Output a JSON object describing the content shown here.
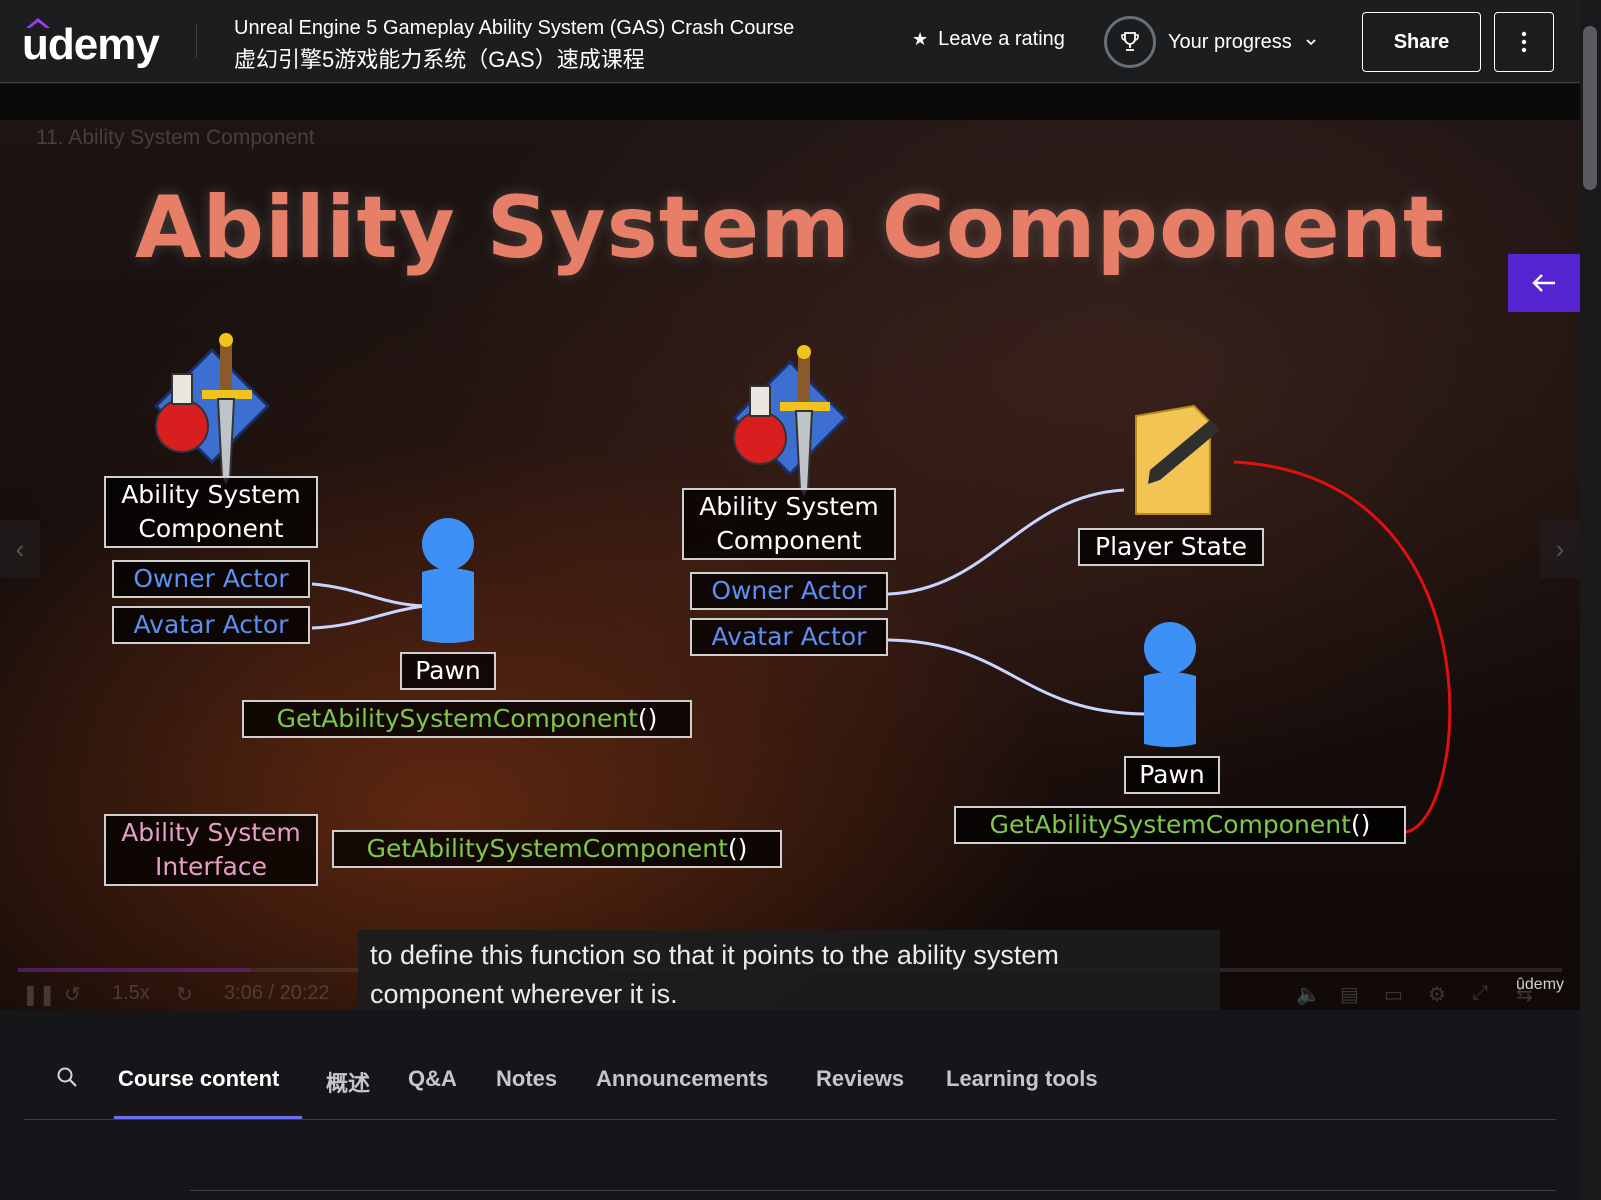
{
  "header": {
    "logo_text": "udemy",
    "course_title_en": "Unreal Engine 5 Gameplay Ability System (GAS) Crash Course",
    "course_title_zh": "虚幻引擎5游戏能力系统（GAS）速成课程",
    "rating_label": "Leave a rating",
    "progress_label": "Your progress",
    "share_label": "Share"
  },
  "video": {
    "lesson_label": "11. Ability System Component",
    "slide": {
      "title": "Ability System Component",
      "left": {
        "asc_line1": "Ability System",
        "asc_line2": "Component",
        "owner_actor": "Owner Actor",
        "avatar_actor": "Avatar Actor",
        "pawn": "Pawn",
        "get_asc": "GetAbilitySystemComponent",
        "get_asc_parens": "()"
      },
      "right": {
        "asc_line1": "Ability System",
        "asc_line2": "Component",
        "owner_actor": "Owner Actor",
        "avatar_actor": "Avatar Actor",
        "player_state": "Player State",
        "pawn": "Pawn",
        "get_asc": "GetAbilitySystemComponent",
        "get_asc_parens": "()"
      },
      "interface": {
        "line1": "Ability System",
        "line2": "Interface",
        "get_asc": "GetAbilitySystemComponent",
        "get_asc_parens": "()"
      }
    },
    "subtitle_line1": "to define this function so that it points to the ability system",
    "subtitle_line2": "component wherever it is.",
    "watermark": "ûdemy",
    "controls": {
      "speed": "1.5x",
      "time": "3:06 / 20:22",
      "progress_fraction": 0.15
    }
  },
  "tabs": [
    {
      "label": "Course content",
      "active": true
    },
    {
      "label": "概述",
      "active": false
    },
    {
      "label": "Q&A",
      "active": false
    },
    {
      "label": "Notes",
      "active": false
    },
    {
      "label": "Announcements",
      "active": false
    },
    {
      "label": "Reviews",
      "active": false
    },
    {
      "label": "Learning tools",
      "active": false
    }
  ],
  "colors": {
    "brand_purple": "#a435f0",
    "back_button": "#5624d0",
    "title_salmon": "#e77f68",
    "link_blue": "#5b8ff4",
    "code_green": "#7ec74a",
    "interface_pink": "#e59ec6"
  }
}
